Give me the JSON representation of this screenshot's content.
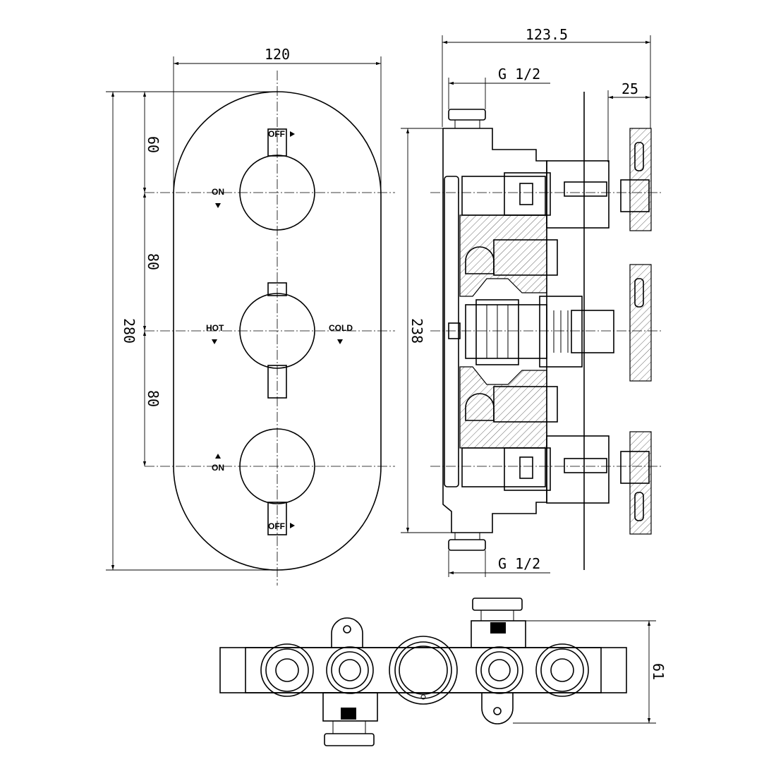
{
  "front_view": {
    "dims": {
      "width": "120",
      "height": "280",
      "top_offset": "60",
      "spacing_upper": "80",
      "spacing_lower": "80"
    },
    "labels": {
      "off_top": "OFF",
      "on_top": "ON",
      "hot": "HOT",
      "cold": "COLD",
      "on_bottom": "ON",
      "off_bottom": "OFF"
    }
  },
  "side_view": {
    "dims": {
      "depth": "123.5",
      "thread_top": "G 1/2",
      "handle": "25",
      "height": "238",
      "thread_bottom": "G 1/2"
    }
  },
  "bottom_view": {
    "dims": {
      "depth": "61"
    }
  }
}
